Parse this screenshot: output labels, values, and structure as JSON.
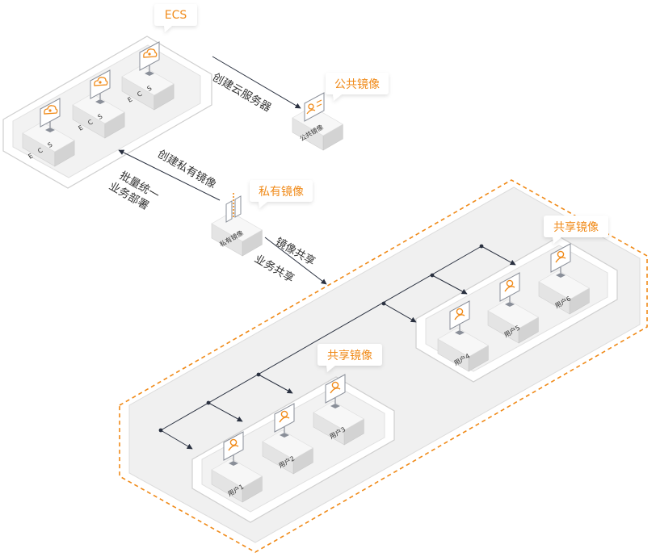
{
  "colors": {
    "accent": "#f08a18",
    "line": "#2a3140",
    "platform_outer": "#f0f0f0",
    "platform_border": "#cfcfcf",
    "box_top": "#f7f7f7",
    "box_left": "#e4e4e4",
    "box_right": "#d3d3d3",
    "dashed": "#f08a18"
  },
  "callouts": {
    "ecs": "ECS",
    "public_image": "公共镜像",
    "private_image": "私有镜像",
    "shared_image_a": "共享镜像",
    "shared_image_b": "共享镜像"
  },
  "flow_labels": {
    "create_server": "创建云服务器",
    "create_private_image": "创建私有镜像",
    "batch_deploy_line1": "批量统一",
    "batch_deploy_line2": "业务部署",
    "image_share": "镜像共享",
    "business_share": "业务共享"
  },
  "ecs_group": {
    "servers": [
      {
        "label": "E C S",
        "icon": "cloud-monitor-icon"
      },
      {
        "label": "E C S",
        "icon": "cloud-monitor-icon"
      },
      {
        "label": "E C S",
        "icon": "cloud-monitor-icon"
      }
    ]
  },
  "public_image_box": {
    "label": "公共镜像",
    "icon": "user-card-icon"
  },
  "private_image_box": {
    "label": "私有镜像",
    "icon": "image-cards-icon"
  },
  "users_group_a": [
    {
      "label": "用户1",
      "icon": "user-monitor-icon"
    },
    {
      "label": "用户2",
      "icon": "user-monitor-icon"
    },
    {
      "label": "用户3",
      "icon": "user-monitor-icon"
    }
  ],
  "users_group_b": [
    {
      "label": "用户4",
      "icon": "user-monitor-icon"
    },
    {
      "label": "用户5",
      "icon": "user-monitor-icon"
    },
    {
      "label": "用户6",
      "icon": "user-monitor-icon"
    }
  ]
}
